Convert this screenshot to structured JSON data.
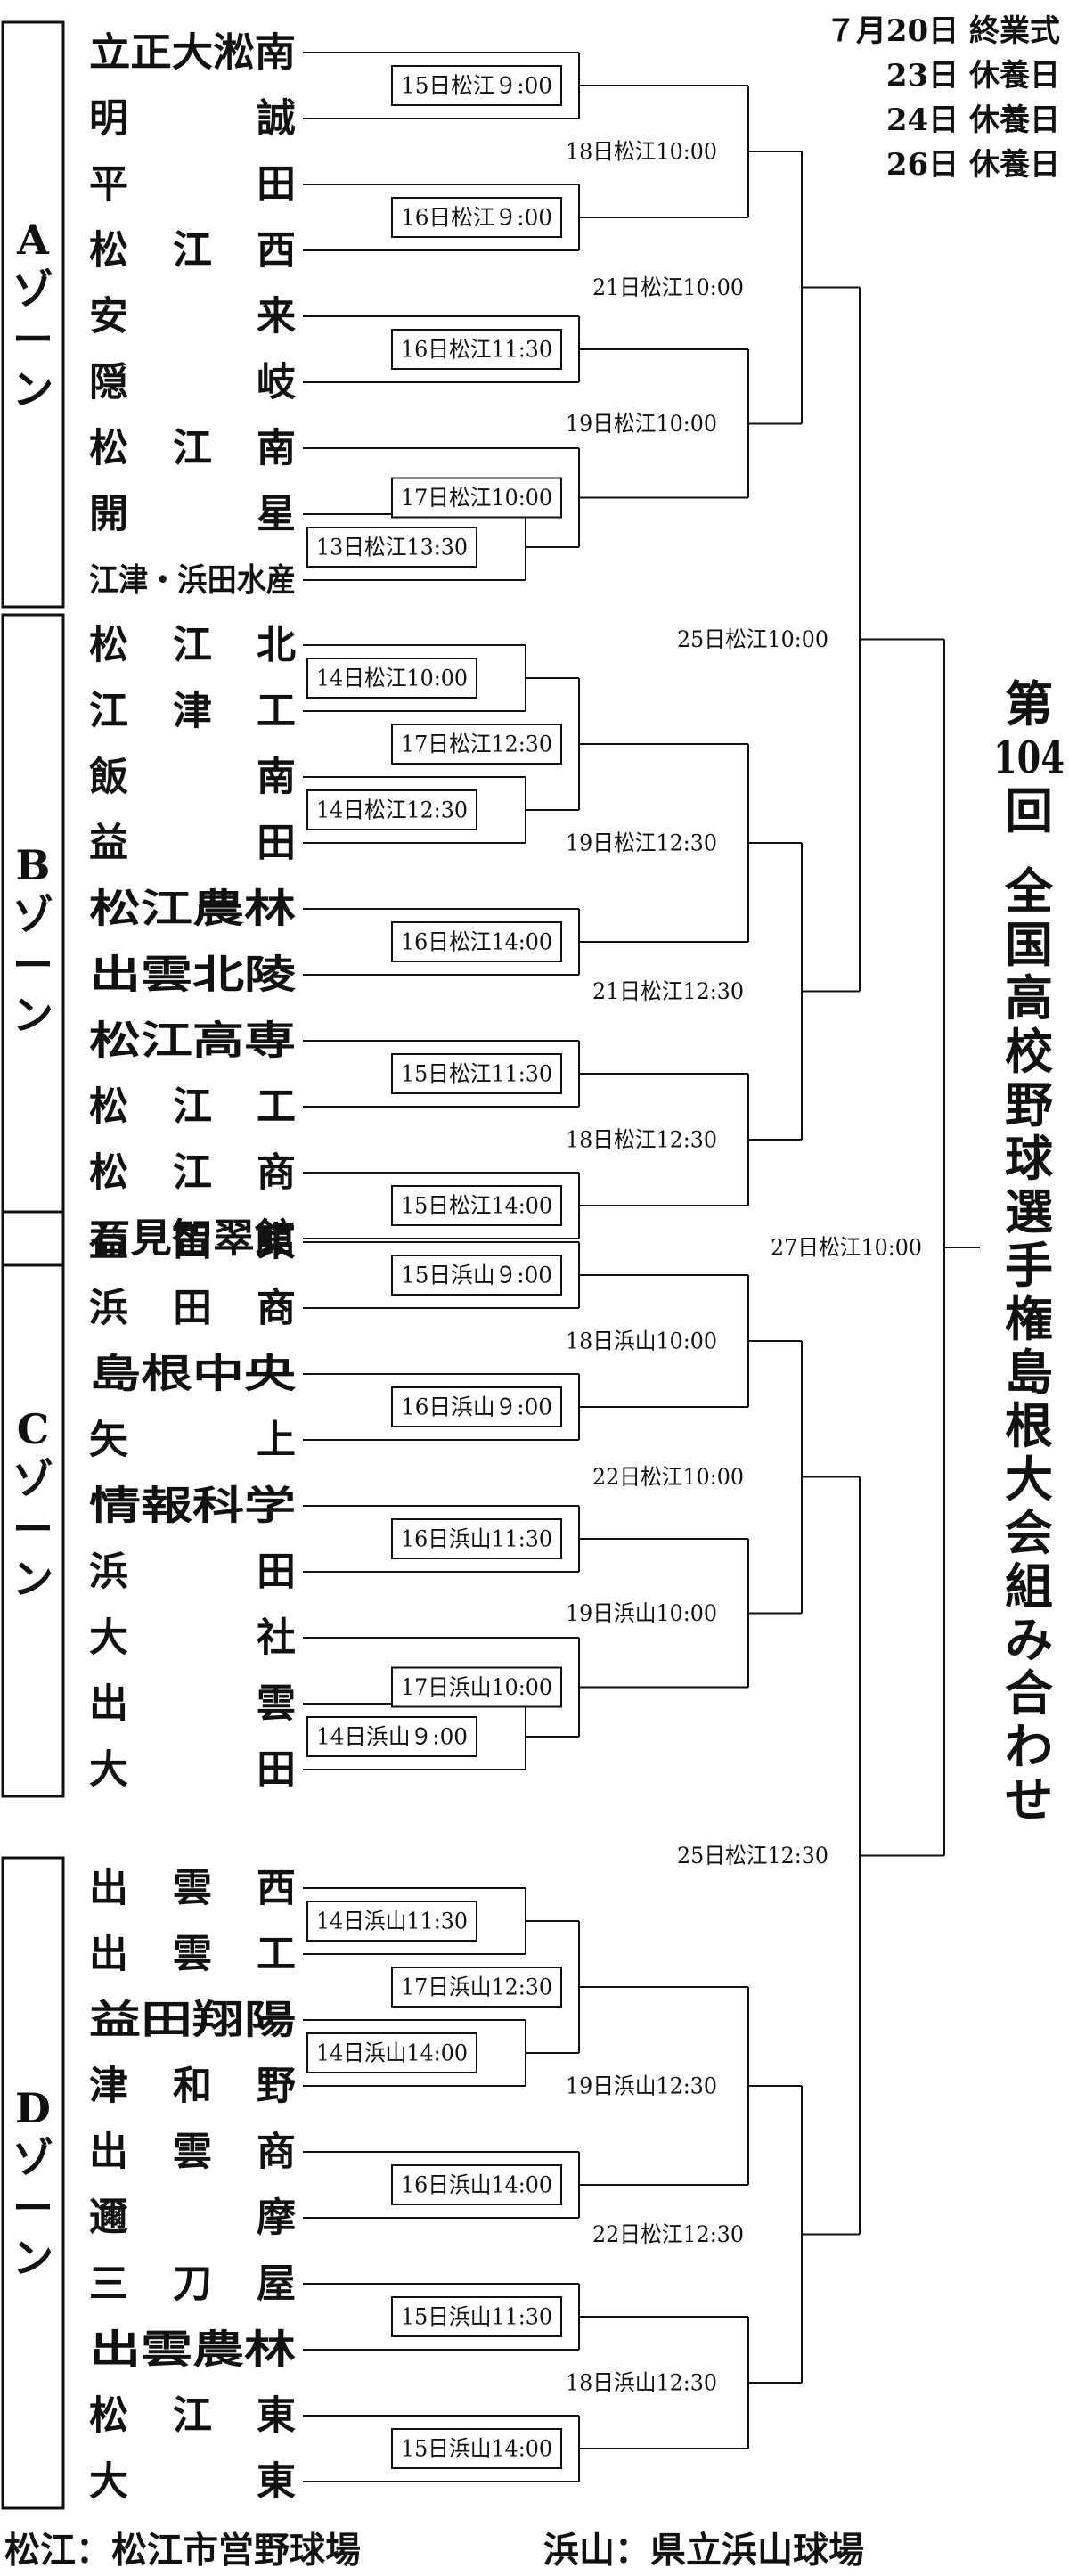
{
  "title": "第104回 全国高校野球選手権島根大会組み合わせ",
  "schedule": [
    "７月20日 終業式",
    "23日 休養日",
    "24日 休養日",
    "26日 休養日"
  ],
  "zones": [
    {
      "name": "Aゾーン",
      "teams": [
        "立正大淞南",
        "明誠",
        "平田",
        "松江西",
        "安来",
        "隠岐",
        "松江南",
        "開星",
        "江津・浜田水産"
      ],
      "pre": [
        "13日松江13:30"
      ],
      "r1": [
        "15日松江９:00",
        "16日松江９:00",
        "16日松江11:30",
        "17日松江10:00"
      ],
      "r2": [
        "18日松江10:00",
        "19日松江10:00"
      ],
      "r3": "21日松江10:00"
    },
    {
      "name": "Bゾーン",
      "teams": [
        "松江北",
        "江津工",
        "飯南",
        "益田",
        "松江農林",
        "出雲北陵",
        "松江高専",
        "松江工",
        "松江商",
        "石見智翠館"
      ],
      "pre": [
        "14日松江10:00",
        "14日松江12:30"
      ],
      "r1": [
        "17日松江12:30",
        "16日松江14:00",
        "15日松江11:30",
        "15日松江14:00"
      ],
      "r2": [
        "19日松江12:30",
        "18日松江12:30"
      ],
      "r3": "21日松江12:30"
    },
    {
      "name": "Cゾーン",
      "teams": [
        "益田東",
        "浜田商",
        "島根中央",
        "矢上",
        "情報科学",
        "浜田",
        "大社",
        "出雲",
        "大田"
      ],
      "pre": [
        "14日浜山９:00"
      ],
      "r1": [
        "15日浜山９:00",
        "16日浜山９:00",
        "16日浜山11:30",
        "17日浜山10:00"
      ],
      "r2": [
        "18日浜山10:00",
        "19日浜山10:00"
      ],
      "r3": "22日松江10:00"
    },
    {
      "name": "Dゾーン",
      "teams": [
        "出雲西",
        "出雲工",
        "益田翔陽",
        "津和野",
        "出雲商",
        "邇摩",
        "三刀屋",
        "出雲農林",
        "松江東",
        "大東"
      ],
      "pre": [
        "14日浜山11:30",
        "14日浜山14:00"
      ],
      "r1": [
        "17日浜山12:30",
        "16日浜山14:00",
        "15日浜山11:30",
        "15日浜山14:00"
      ],
      "r2": [
        "19日浜山12:30",
        "18日浜山12:30"
      ],
      "r3": "22日松江12:30"
    }
  ],
  "semis": [
    "25日松江10:00",
    "25日松江12:30"
  ],
  "final": "27日松江10:00",
  "footer": [
    "松江：松江市営野球場",
    "浜山：県立浜山球場"
  ]
}
